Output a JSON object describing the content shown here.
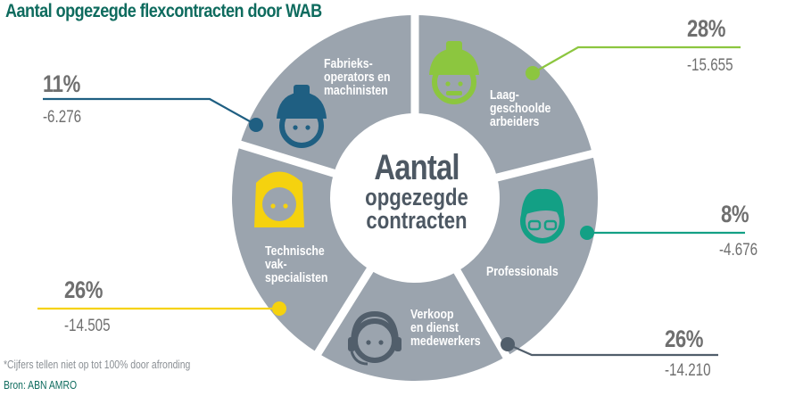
{
  "title": "Aantal opgezegde flexcontracten door WAB",
  "center": {
    "line1": "Aantal",
    "line2": "opgezegde",
    "line3": "contracten"
  },
  "footnote": "*Cijfers tellen niet op tot 100% door afronding",
  "source": "Bron: ABN AMRO",
  "colors": {
    "ring": "#9ba4ae",
    "title": "#0e6b5e",
    "text": "#6f6f6f"
  },
  "chart_data": {
    "type": "pie",
    "title": "Aantal opgezegde flexcontracten door WAB",
    "center_label": "Aantal opgezegde contracten",
    "segments": [
      {
        "label": "Laag-\ngeschoolde\narbeiders",
        "name": "Laaggeschoolde arbeiders",
        "percent": "28%",
        "value": "-15.655",
        "color": "#8cc63f",
        "icon": "construction-worker-icon"
      },
      {
        "label": "Professionals",
        "name": "Professionals",
        "percent": "8%",
        "value": "-4.676",
        "color": "#13a085",
        "icon": "professional-glasses-icon"
      },
      {
        "label": "Verkoop\nen dienst\nmedewerkers",
        "name": "Verkoop en dienst medewerkers",
        "percent": "26%",
        "value": "-14.210",
        "color": "#515e6b",
        "icon": "headset-agent-icon"
      },
      {
        "label": "Technische\nvak-\nspecialisten",
        "name": "Technische vakspecialisten",
        "percent": "26%",
        "value": "-14.505",
        "color": "#f5d20f",
        "icon": "female-specialist-icon"
      },
      {
        "label": "Fabrieks-\noperators en\nmachinisten",
        "name": "Fabrieksoperators en machinisten",
        "percent": "11%",
        "value": "-6.276",
        "color": "#1f5f82",
        "icon": "hardhat-operator-icon"
      }
    ]
  }
}
